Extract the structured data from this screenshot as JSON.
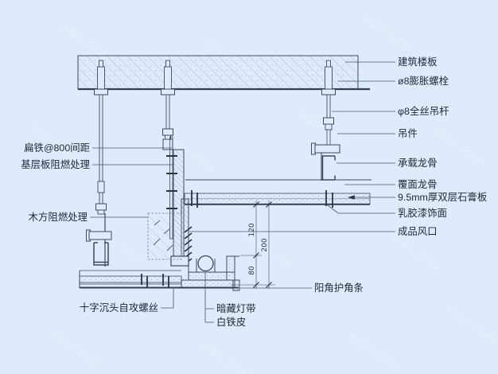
{
  "drawing": {
    "type": "ceiling-construction-detail",
    "watermark": "WWX.COM",
    "colors": {
      "background": "#dfeafc",
      "line": "#3e4a5f",
      "thick_line": "#333f52",
      "hatch": "#93a3bb",
      "text": "#1e2836"
    }
  },
  "labels": {
    "building_slab": "建筑楼板",
    "expansion_bolt": "ø8膨胀螺栓",
    "hanger_rod": "φ8全丝吊杆",
    "hanger": "吊件",
    "load_keel": "承载龙骨",
    "facing_keel": "覆面龙骨",
    "gypsum_board": "9.5mm厚双层石膏板",
    "latex_paint": "乳胶漆饰面",
    "air_vent": "成品风口",
    "corner_bead": "阳角护角条",
    "flat_iron": "扁铁@800间距",
    "base_board": "基层板阻燃处理",
    "wood_block": "木方阻燃处理",
    "tapping_screw": "十字沉头自攻螺丝",
    "light_strip": "暗藏灯带",
    "tin_sheet": "白铁皮"
  },
  "dims": {
    "upper": "120",
    "lower": "80",
    "total": "200"
  }
}
